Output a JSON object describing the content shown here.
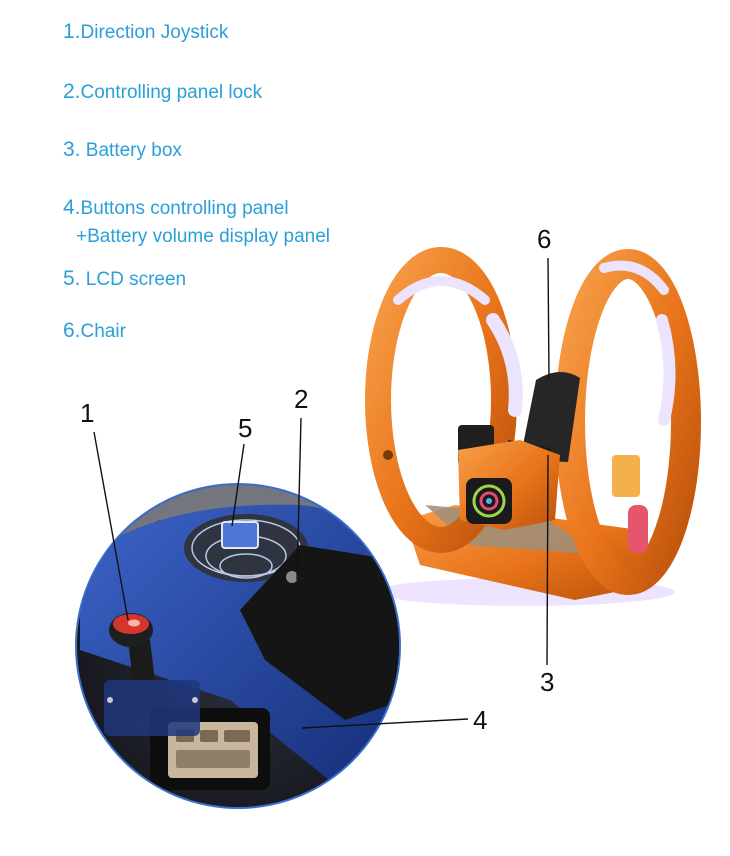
{
  "legend": [
    {
      "num": "1.",
      "label": "Direction Joystick"
    },
    {
      "num": "2.",
      "label": "Controlling panel lock"
    },
    {
      "num": "3.",
      "label": " Battery box"
    },
    {
      "num": "4.",
      "label": "Buttons controlling panel"
    },
    {
      "num": "",
      "label": "+Battery volume display panel"
    },
    {
      "num": "5.",
      "label": " LCD screen"
    },
    {
      "num": "6.",
      "label": "Chair"
    }
  ],
  "callouts": {
    "c1": "1",
    "c2": "2",
    "c3": "3",
    "c4": "4",
    "c5": "5",
    "c6": "6"
  },
  "colors": {
    "legend_text": "#2a9fd8",
    "machine_orange": "#e8731a",
    "ring_glow": "#e9d8ff",
    "detail_blue": "#1c3f9b"
  }
}
